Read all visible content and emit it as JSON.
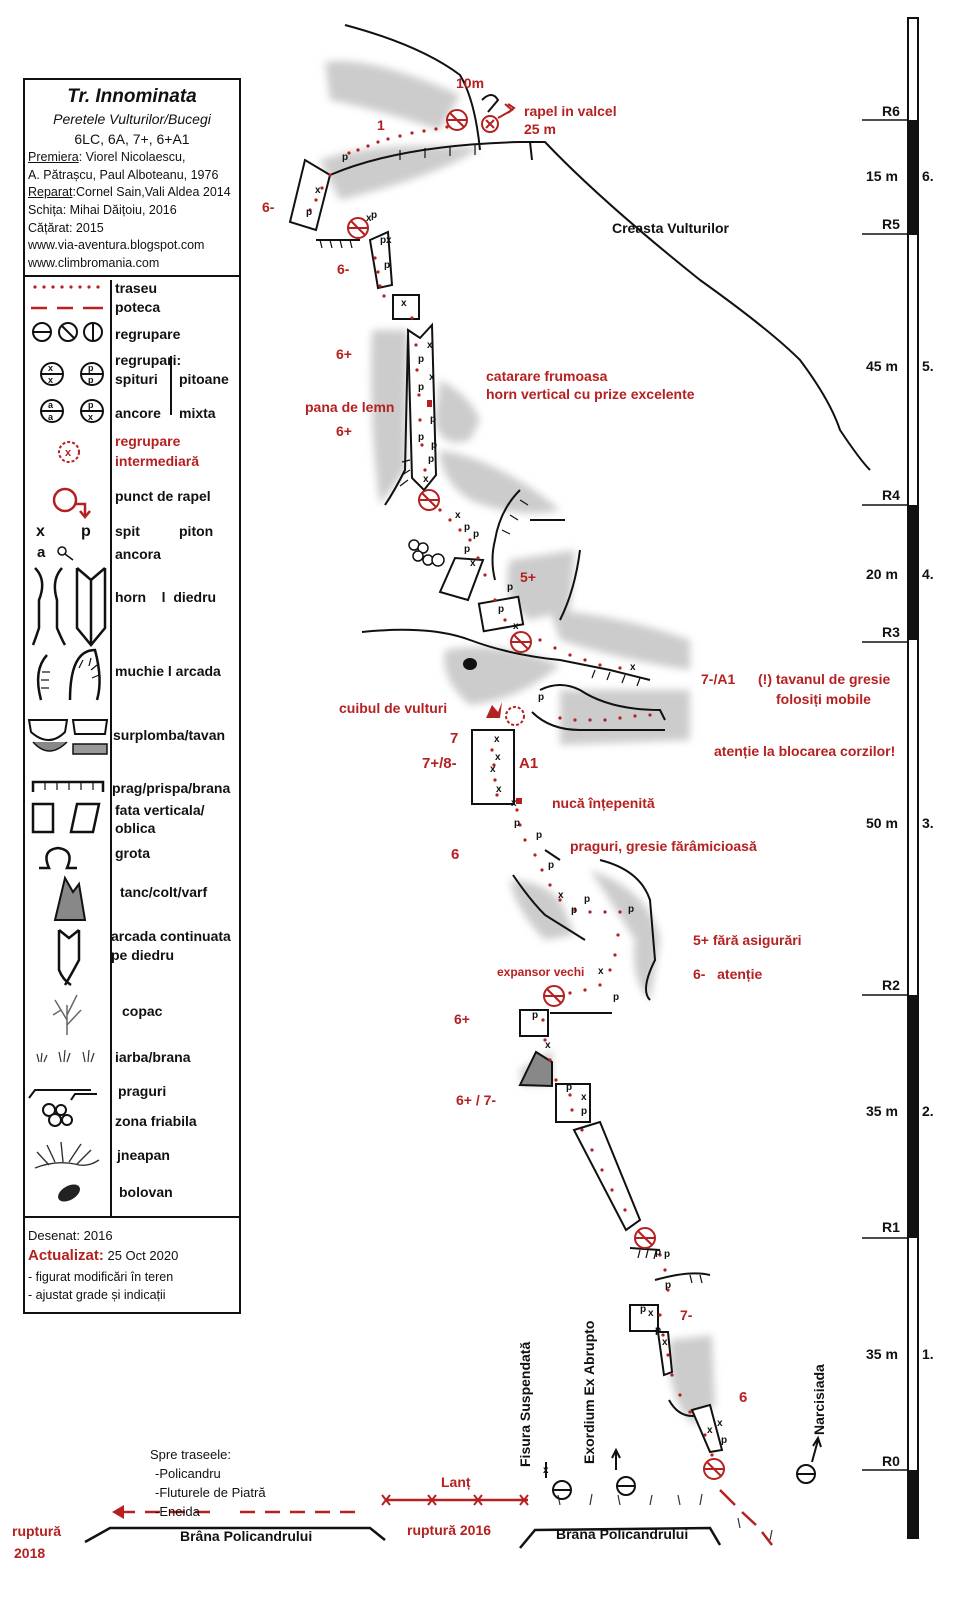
{
  "legend": {
    "title": "Tr. Innominata",
    "subtitle": "Peretele Vulturilor/Bucegi",
    "grade": "6LC, 6A, 7+, 6+A1",
    "info_lines": [
      {
        "label": "Premiera",
        "text": ": Viorel Nicolaescu,"
      },
      {
        "label": "",
        "text": "   A. Pătrașcu, Paul Alboteanu, 1976"
      },
      {
        "label": "Reparat",
        "text": ":Cornel Sain,Vali Aldea 2014"
      },
      {
        "label": "",
        "text": "Schița: Mihai Dăițoiu, 2016"
      },
      {
        "label": "",
        "text": "Cățărat: 2015"
      },
      {
        "label": "",
        "text": "www.via-aventura.blogspot.com"
      },
      {
        "label": "",
        "text": "www.climbromania.com"
      }
    ],
    "items": {
      "traseu": "traseu",
      "poteca": "poteca",
      "regrupare": "regrupare",
      "regrupari": "regrupari:",
      "spituri": "spituri",
      "pitoane": "pitoane",
      "ancore": "ancore",
      "mixta": "mixta",
      "regrupare_int": "regrupare",
      "intermediara": "intermediară",
      "rapel": "punct de rapel",
      "spit": "spit",
      "piton": "piton",
      "ancora": "ancora",
      "horn": "horn    l  diedru",
      "muchie": "muchie l arcada",
      "surplomba": "surplomba/tavan",
      "prag": "prag/prispa/brana",
      "fata": "fata verticala/",
      "oblica": "oblica",
      "grota": "grota",
      "tanc": "tanc/colt/varf",
      "arcada1": "arcada continuata",
      "arcada2": "pe diedru",
      "copac": "copac",
      "iarba": "iarba/brana",
      "praguri": "praguri",
      "friabila": "zona friabila",
      "jneapan": "jneapan",
      "bolovan": "bolovan",
      "sym_x": "x",
      "sym_p": "p",
      "sym_a": "a"
    },
    "footer": {
      "desenat": "Desenat: 2016",
      "actualizat_label": "Actualizat:",
      "actualizat_date": "25 Oct 2020",
      "note1": "- figurat modificări în teren",
      "note2": "- ajustat grade și indicații"
    }
  },
  "scale": {
    "belays": [
      "R6",
      "R5",
      "R4",
      "R3",
      "R2",
      "R1",
      "R0"
    ],
    "lengths": [
      "15 m",
      "45 m",
      "20 m",
      "50 m",
      "35 m",
      "35 m"
    ],
    "pitches": [
      "6.",
      "5.",
      "4.",
      "3.",
      "2.",
      "1."
    ]
  },
  "topo": {
    "labels": {
      "len10": "10m",
      "rapel1": "rapel in valcel",
      "rapel2": "25 m",
      "pitch1": "1",
      "creasta": "Creasta Vulturilor",
      "g6m_a": "6-",
      "g6m_b": "6-",
      "g6p_a": "6+",
      "g6p_b": "6+",
      "pana": "pana de lemn",
      "cat1": "catarare frumoasa",
      "cat2": "horn vertical cu prize excelente",
      "g5p": "5+",
      "g7a1": "7-/A1",
      "tav1": "(!) tavanul de gresie",
      "tav2": "folosiți mobile",
      "cuib": "cuibul de vulturi",
      "atentie_corzi": "atenție la blocarea corzilor!",
      "g7": "7",
      "g7p8": "7+/8-",
      "a1": "A1",
      "nuca": "nucă înțepenită",
      "g6": "6",
      "praguri": "praguri, gresie fărâmicioasă",
      "fara": "5+ fără asigurări",
      "atentie": "6-   atenție",
      "expansor": "expansor vechi",
      "g6p_c": "6+",
      "g6p7m": "6+ / 7-",
      "g7m": "7-",
      "g6b": "6",
      "lant": "Lanț",
      "ruptura2016": "ruptură 2016",
      "ruptura2018_1": "ruptură",
      "ruptura2018_2": "2018",
      "brana1": "Brâna Policandrului",
      "brana2": "Brâna Policandrului",
      "spre": "Spre traseele:",
      "spre1": "-Policandru",
      "spre2": "-Fluturele de Piatră",
      "spre3": "-Eneida",
      "fisura": "Fisura Suspendată",
      "exordium": "Exordium Ex Abrupto",
      "narcisiada": "Narcisiada"
    }
  }
}
